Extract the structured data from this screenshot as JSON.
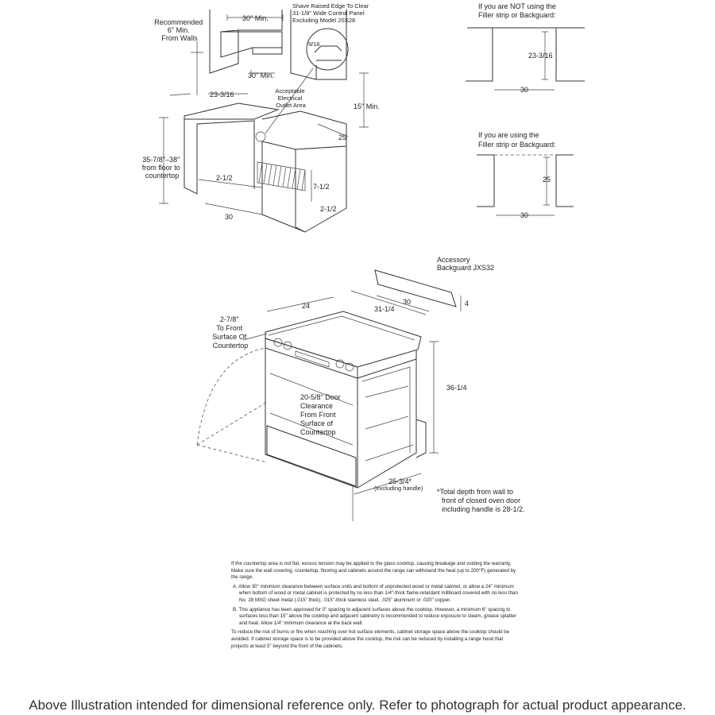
{
  "install_view": {
    "recommended": [
      "Recommended",
      "6\" Min.",
      "From Walls"
    ],
    "shave_note": [
      "Shave Raised Edge To Clear",
      "31-1/8\" Wide Control Panel",
      "Excluding Model JSS28"
    ],
    "dim_30_min_top": "30\" Min.",
    "dim_30_min_mid": "30\" Min.",
    "dim_9_16": "9/16",
    "dim_23_3_16": "23-3/16",
    "outlet_area": [
      "Acceptable",
      "Electrical",
      "Outlet Area"
    ],
    "dim_15_min": "15\" Min.",
    "dim_25": "25",
    "floor_to_countertop": [
      "35-7/8\"–38\"",
      "from floor to",
      "countertop"
    ],
    "dim_2_1_2_left": "2-1/2",
    "dim_7_1_2": "7-1/2",
    "dim_2_1_2_right": "2-1/2",
    "dim_30_bottom": "30"
  },
  "filler_not_using": {
    "title": [
      "If you are NOT using the",
      "Filler strip or Backguard:"
    ],
    "height": "23-3/16",
    "width": "30"
  },
  "filler_using": {
    "title": [
      "If you are using the",
      "Filler strip or Backguard:"
    ],
    "height": "25",
    "width": "30"
  },
  "range_view": {
    "accessory": [
      "Accessory",
      "Backguard  JXS32"
    ],
    "dim_30": "30",
    "dim_4": "4",
    "dim_24": "24",
    "dim_31_1_4": "31-1/4",
    "front_surface": [
      "2-7/8\"",
      "To Front",
      "Surface Of",
      "Countertop"
    ],
    "door_clearance": [
      "20-5/8\" Door",
      "Clearance",
      "From Front",
      "Surface of",
      "Countertop"
    ],
    "dim_36_1_4": "36-1/4",
    "dim_25_3_4": "25-3/4*",
    "excluding_handle": "(excluding handle)",
    "total_depth_note": [
      "*Total depth from wall to",
      "front of closed oven door",
      "including handle is 28-1/2."
    ]
  },
  "notes": {
    "intro": "If the countertop area is not flat, excess tension may be applied to the glass cooktop, causing breakage and voiding the warranty. Make sure the wall covering, countertop, flooring and cabinets around the range can withstand the heat (up to 200°F) generated by the range.",
    "a": "A. Allow 30\" minimum clearance between surface units and bottom of unprotected wood or metal cabinet, or allow a 24\" minimum when bottom of wood or metal cabinet is protected by no less than 1/4\"-thick flame-retardant millboard covered with no less than No. 28 MSG sheet metal (.015\" thick), .015\"-thick stainless steel, .025\" aluminum or .020\" copper.",
    "b": "B. This appliance has been approved for 0\" spacing to adjacent surfaces above the cooktop. However, a minimum 6\" spacing to surfaces less than 15\" above the cooktop and adjacent cabinetry is recommended to reduce exposure to steam, grease splatter and heat. Allow 1/4\" minimum clearance at the back wall.",
    "final": "To reduce the risk of burns or fire when reaching over hot surface elements, cabinet storage space above the cooktop should be avoided. If cabinet storage space is to be provided above the cooktop, the risk can be reduced by installing a range hood that projects at least 5\" beyond the front of the cabinets."
  },
  "footer": "Above Illustration intended for dimensional reference only. Refer to photograph for actual product appearance."
}
